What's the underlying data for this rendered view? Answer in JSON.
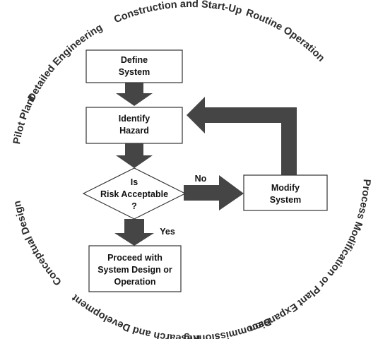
{
  "lifecycle_stages": {
    "construction": "Construction and Start-Up",
    "routine": "Routine Operation",
    "process_mod": "Process Modification or Plant Expansion",
    "decommissioning": "Decommissioning",
    "research": "Research and Development",
    "conceptual": "Conceptual Design",
    "pilot": "Pilot Plant",
    "detailed": "Detailed Engineering"
  },
  "flow": {
    "define": [
      "Define",
      "System"
    ],
    "identify": [
      "Identify",
      "Hazard"
    ],
    "decision": [
      "Is",
      "Risk Acceptable",
      "?"
    ],
    "modify": [
      "Modify",
      "System"
    ],
    "proceed": [
      "Proceed with",
      "System Design or",
      "Operation"
    ],
    "no_label": "No",
    "yes_label": "Yes"
  },
  "colors": {
    "arrow": "#454545",
    "ring_text": "#2b2b2b",
    "box_stroke": "#333333"
  }
}
